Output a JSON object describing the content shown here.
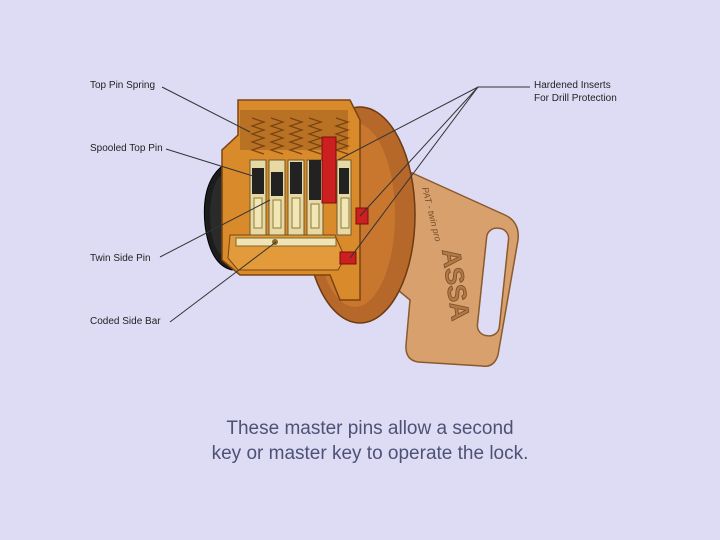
{
  "background_color": "#dedcf5",
  "callouts": {
    "top_pin_spring": "Top Pin Spring",
    "spooled_top_pin": "Spooled Top Pin",
    "twin_side_pin": "Twin Side Pin",
    "coded_side_bar": "Coded Side Bar",
    "hardened_inserts_line1": "Hardened Inserts",
    "hardened_inserts_line2": "For Drill Protection"
  },
  "key_text": {
    "brand": "ASSA",
    "patent": "PAT - twin pro"
  },
  "caption": {
    "line1": "These master pins allow a second",
    "line2": "key or master key to operate the lock."
  },
  "colors": {
    "brass": "#d98a2b",
    "key_brass": "#d9a06b",
    "insert_red": "#cc1f1f",
    "pin_cream": "#efe2b0"
  }
}
